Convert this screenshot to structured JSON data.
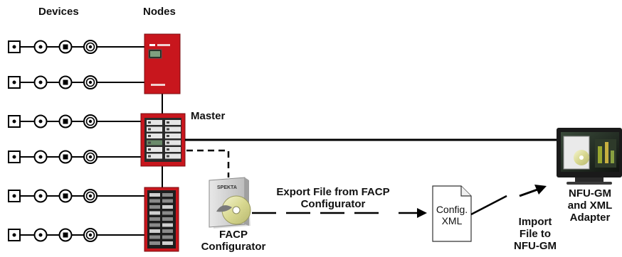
{
  "headers": {
    "devices": "Devices",
    "nodes": "Nodes"
  },
  "master_label": "Master",
  "facp_configurator": {
    "line1": "FACP",
    "line2": "Configurator",
    "box_brand": "SPEKTA"
  },
  "export_label": {
    "line1": "Export File from FACP",
    "line2": "Configurator"
  },
  "config_file": {
    "line1": "Config.",
    "line2": "XML"
  },
  "import_label": {
    "line1": "Import",
    "line2": "File to",
    "line3": "NFU-GM"
  },
  "nfu_label": {
    "line1": "NFU-GM",
    "line2": "and XML",
    "line3": "Adapter"
  },
  "device_icons": [
    "square-dot-detector",
    "circle-dot-detector",
    "circle-square-detector",
    "concentric-circle-detector"
  ],
  "colors": {
    "panel_red": "#c8161d",
    "line": "#000000"
  }
}
